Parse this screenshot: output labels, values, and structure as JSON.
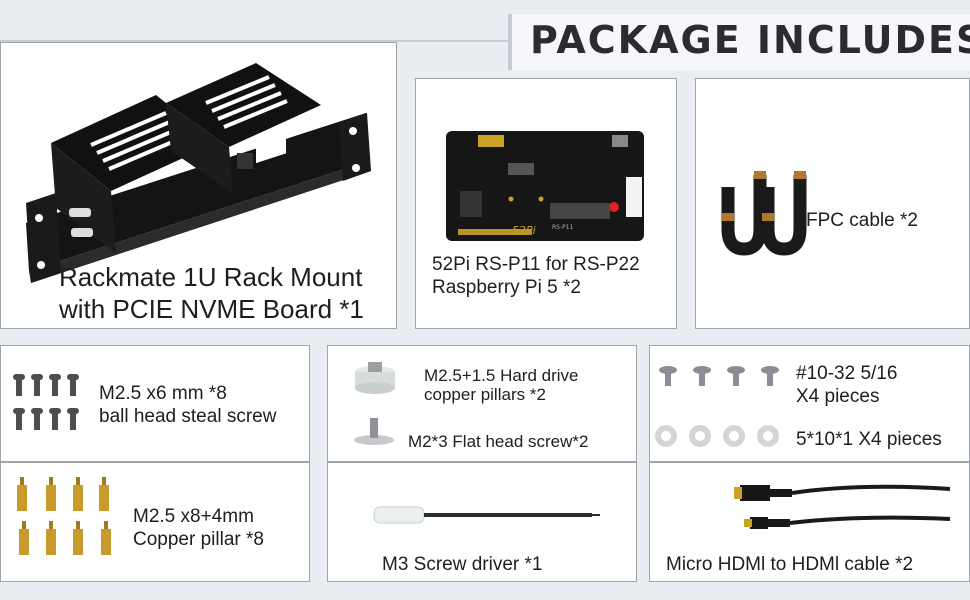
{
  "header": {
    "title": "PACKAGE INCLUDES"
  },
  "items": {
    "rackmount": {
      "line1": "Rackmate 1U Rack Mount",
      "line2": "with PCIE NVME Board *1"
    },
    "board": {
      "line1": "52Pi RS-P11 for RS-P22",
      "line2": "Raspberry Pi 5 *2",
      "silk_logo": "52Pi",
      "silk_model": "RS-P11"
    },
    "fpc": {
      "label": "FPC cable *2"
    },
    "screws_m25": {
      "line1": "M2.5 x6 mm  *8",
      "line2": "ball head steal screw"
    },
    "pillars_hdd": {
      "line1": "M2.5+1.5 Hard drive",
      "line2": "copper pillars *2",
      "line3": "M2*3  Flat head screw*2"
    },
    "screws_1032": {
      "line1": "#10-32  5/16",
      "line2": "X4 pieces",
      "line3": "5*10*1 X4 pieces"
    },
    "copper_pillars": {
      "line1": "M2.5 x8+4mm",
      "line2": "Copper pillar *8"
    },
    "screwdriver": {
      "label": "M3 Screw driver *1"
    },
    "hdmi": {
      "label": "Micro HDMl to HDMl cable *2"
    }
  }
}
